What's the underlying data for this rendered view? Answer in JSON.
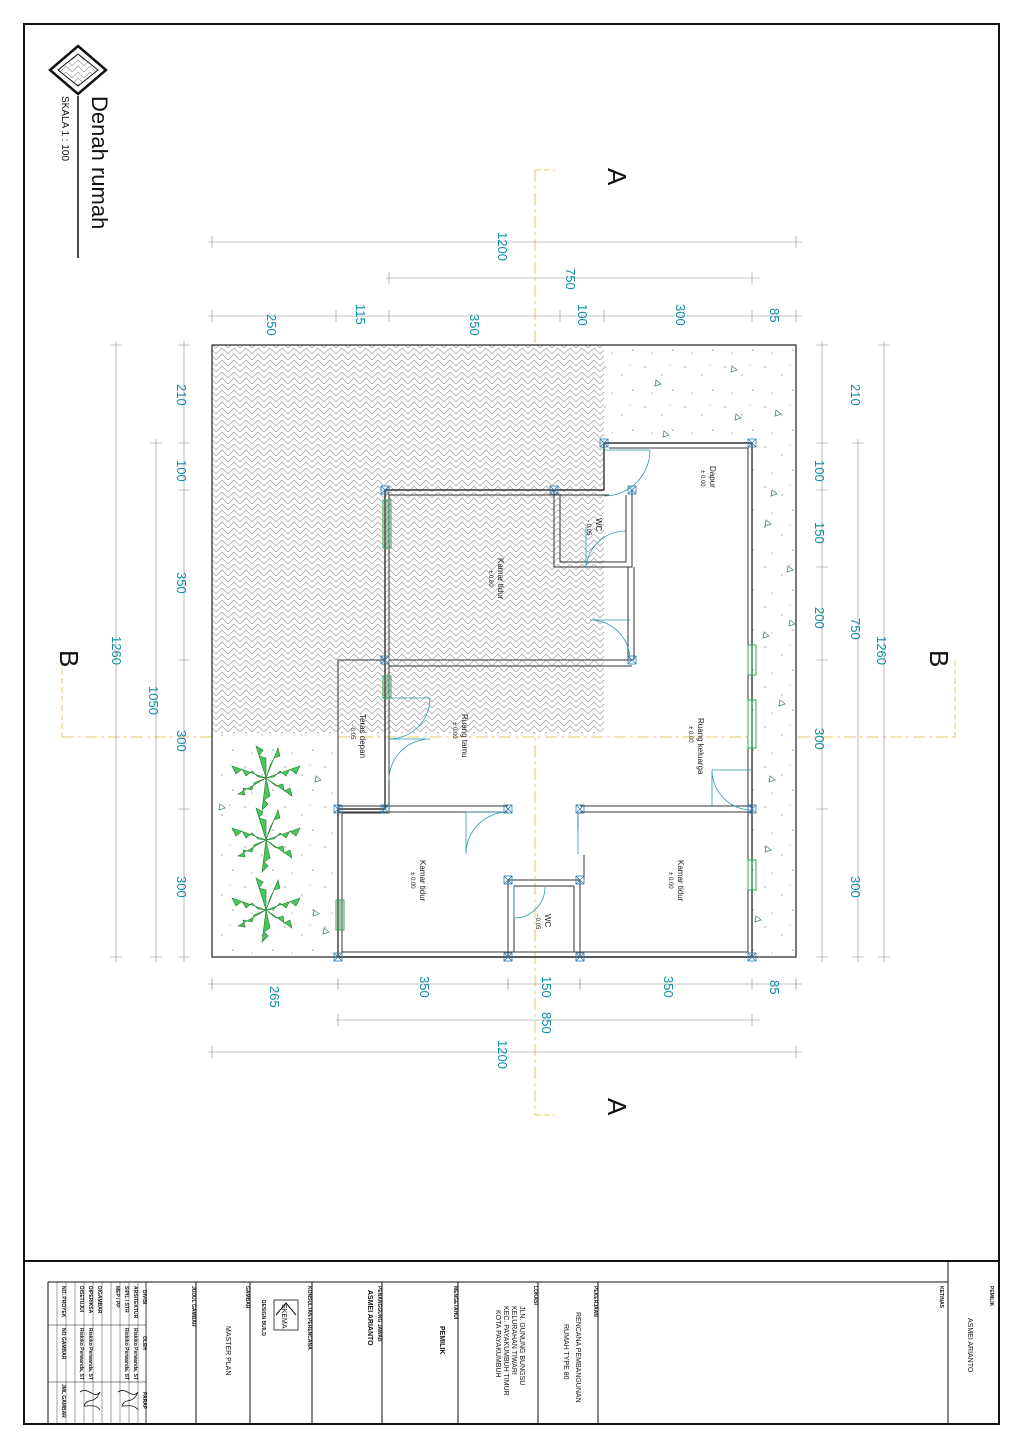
{
  "drawing": {
    "title": "Denah rumah",
    "scale": "SKALA  1 : 100",
    "section_marks": [
      "A",
      "A",
      "B",
      "B"
    ]
  },
  "dimensions": {
    "top_total": "1200",
    "top_sub": "750",
    "top_parts": [
      "250",
      "115",
      "350",
      "100",
      "300",
      "85"
    ],
    "bottom_total": "1200",
    "bottom_sub": "850",
    "bottom_parts": [
      "265",
      "350",
      "150",
      "350",
      "85"
    ],
    "left_total": "1260",
    "left_sub": "1050",
    "left_parts": [
      "210",
      "100",
      "350",
      "300",
      "300"
    ],
    "right_total": "1260",
    "right_sub": "750",
    "right_parts": [
      "210",
      "100",
      "150",
      "200",
      "300",
      "300"
    ]
  },
  "rooms": [
    {
      "name": "Dapur",
      "level": "± 0.00"
    },
    {
      "name": "WC",
      "level": "- 0.05"
    },
    {
      "name": "Kamar tidur",
      "level": "± 0.00"
    },
    {
      "name": "Ruang keluarga",
      "level": "± 0.00"
    },
    {
      "name": "Ruang tamu",
      "level": "± 0.00"
    },
    {
      "name": "Teras depan",
      "level": "- 0.05"
    },
    {
      "name": "Kamar tidur",
      "level": "± 0.00"
    },
    {
      "name": "WC",
      "level": "- 0.05"
    },
    {
      "name": "Kamar tidur",
      "level": "± 0.00"
    }
  ],
  "title_block": {
    "pemilik_label": "PEMILIK",
    "pemilik_value": "ASMEI ARIANTO",
    "ket_label": "KET/NAS",
    "pekerjaan_label": "PEKERJAAN",
    "pekerjaan_value": [
      "RENCANA PEMBANGUNAN",
      "RUMAH TYPE 80"
    ],
    "lokasi_label": "LOKASI",
    "lokasi_value": [
      "JLN. GUNUNG BUNGSU",
      "KELURAHAN TIWARI",
      "KEC. PAYAKUMBUH TIMUR",
      "KOTA PAYAKUMBUH"
    ],
    "mengetahui_label": "MENGETAHUI",
    "mengetahui_value": "PEMILIK",
    "penanggung_label": "PENANGGUNG JAWAB",
    "penanggung_value": "ASMEI ARIANTO",
    "konsultan_label": "KONSULTAN PERENCANA",
    "logo_text": "SKEMA",
    "logo_sub": "DESIGN BUILD",
    "gambar_label": "GAMBAR",
    "gambar_value": "MASTER PLAN",
    "judul_label": "JUDUL GAMBAR",
    "staff_headers": [
      "DIVISI",
      "OLEH",
      "PARAF"
    ],
    "staff_rows": [
      [
        "ARSITEKTUR",
        "Riskiko Perwanda, ST"
      ],
      [
        "SIPIL / STR",
        "Riskiko Perwanda, ST"
      ],
      [
        "MEP / PP",
        ""
      ],
      [
        "DIGAMBAR",
        ""
      ],
      [
        "DIPERIKSA",
        "Riskiko Perwanda, ST"
      ],
      [
        "DISETUJUI",
        "Riskiko Perwanda, ST"
      ],
      [
        "NO. PROYEK",
        ""
      ]
    ],
    "no_gambar_label": "NO GAMBAR",
    "jml_gambar_label": "JML GAMBAR"
  }
}
